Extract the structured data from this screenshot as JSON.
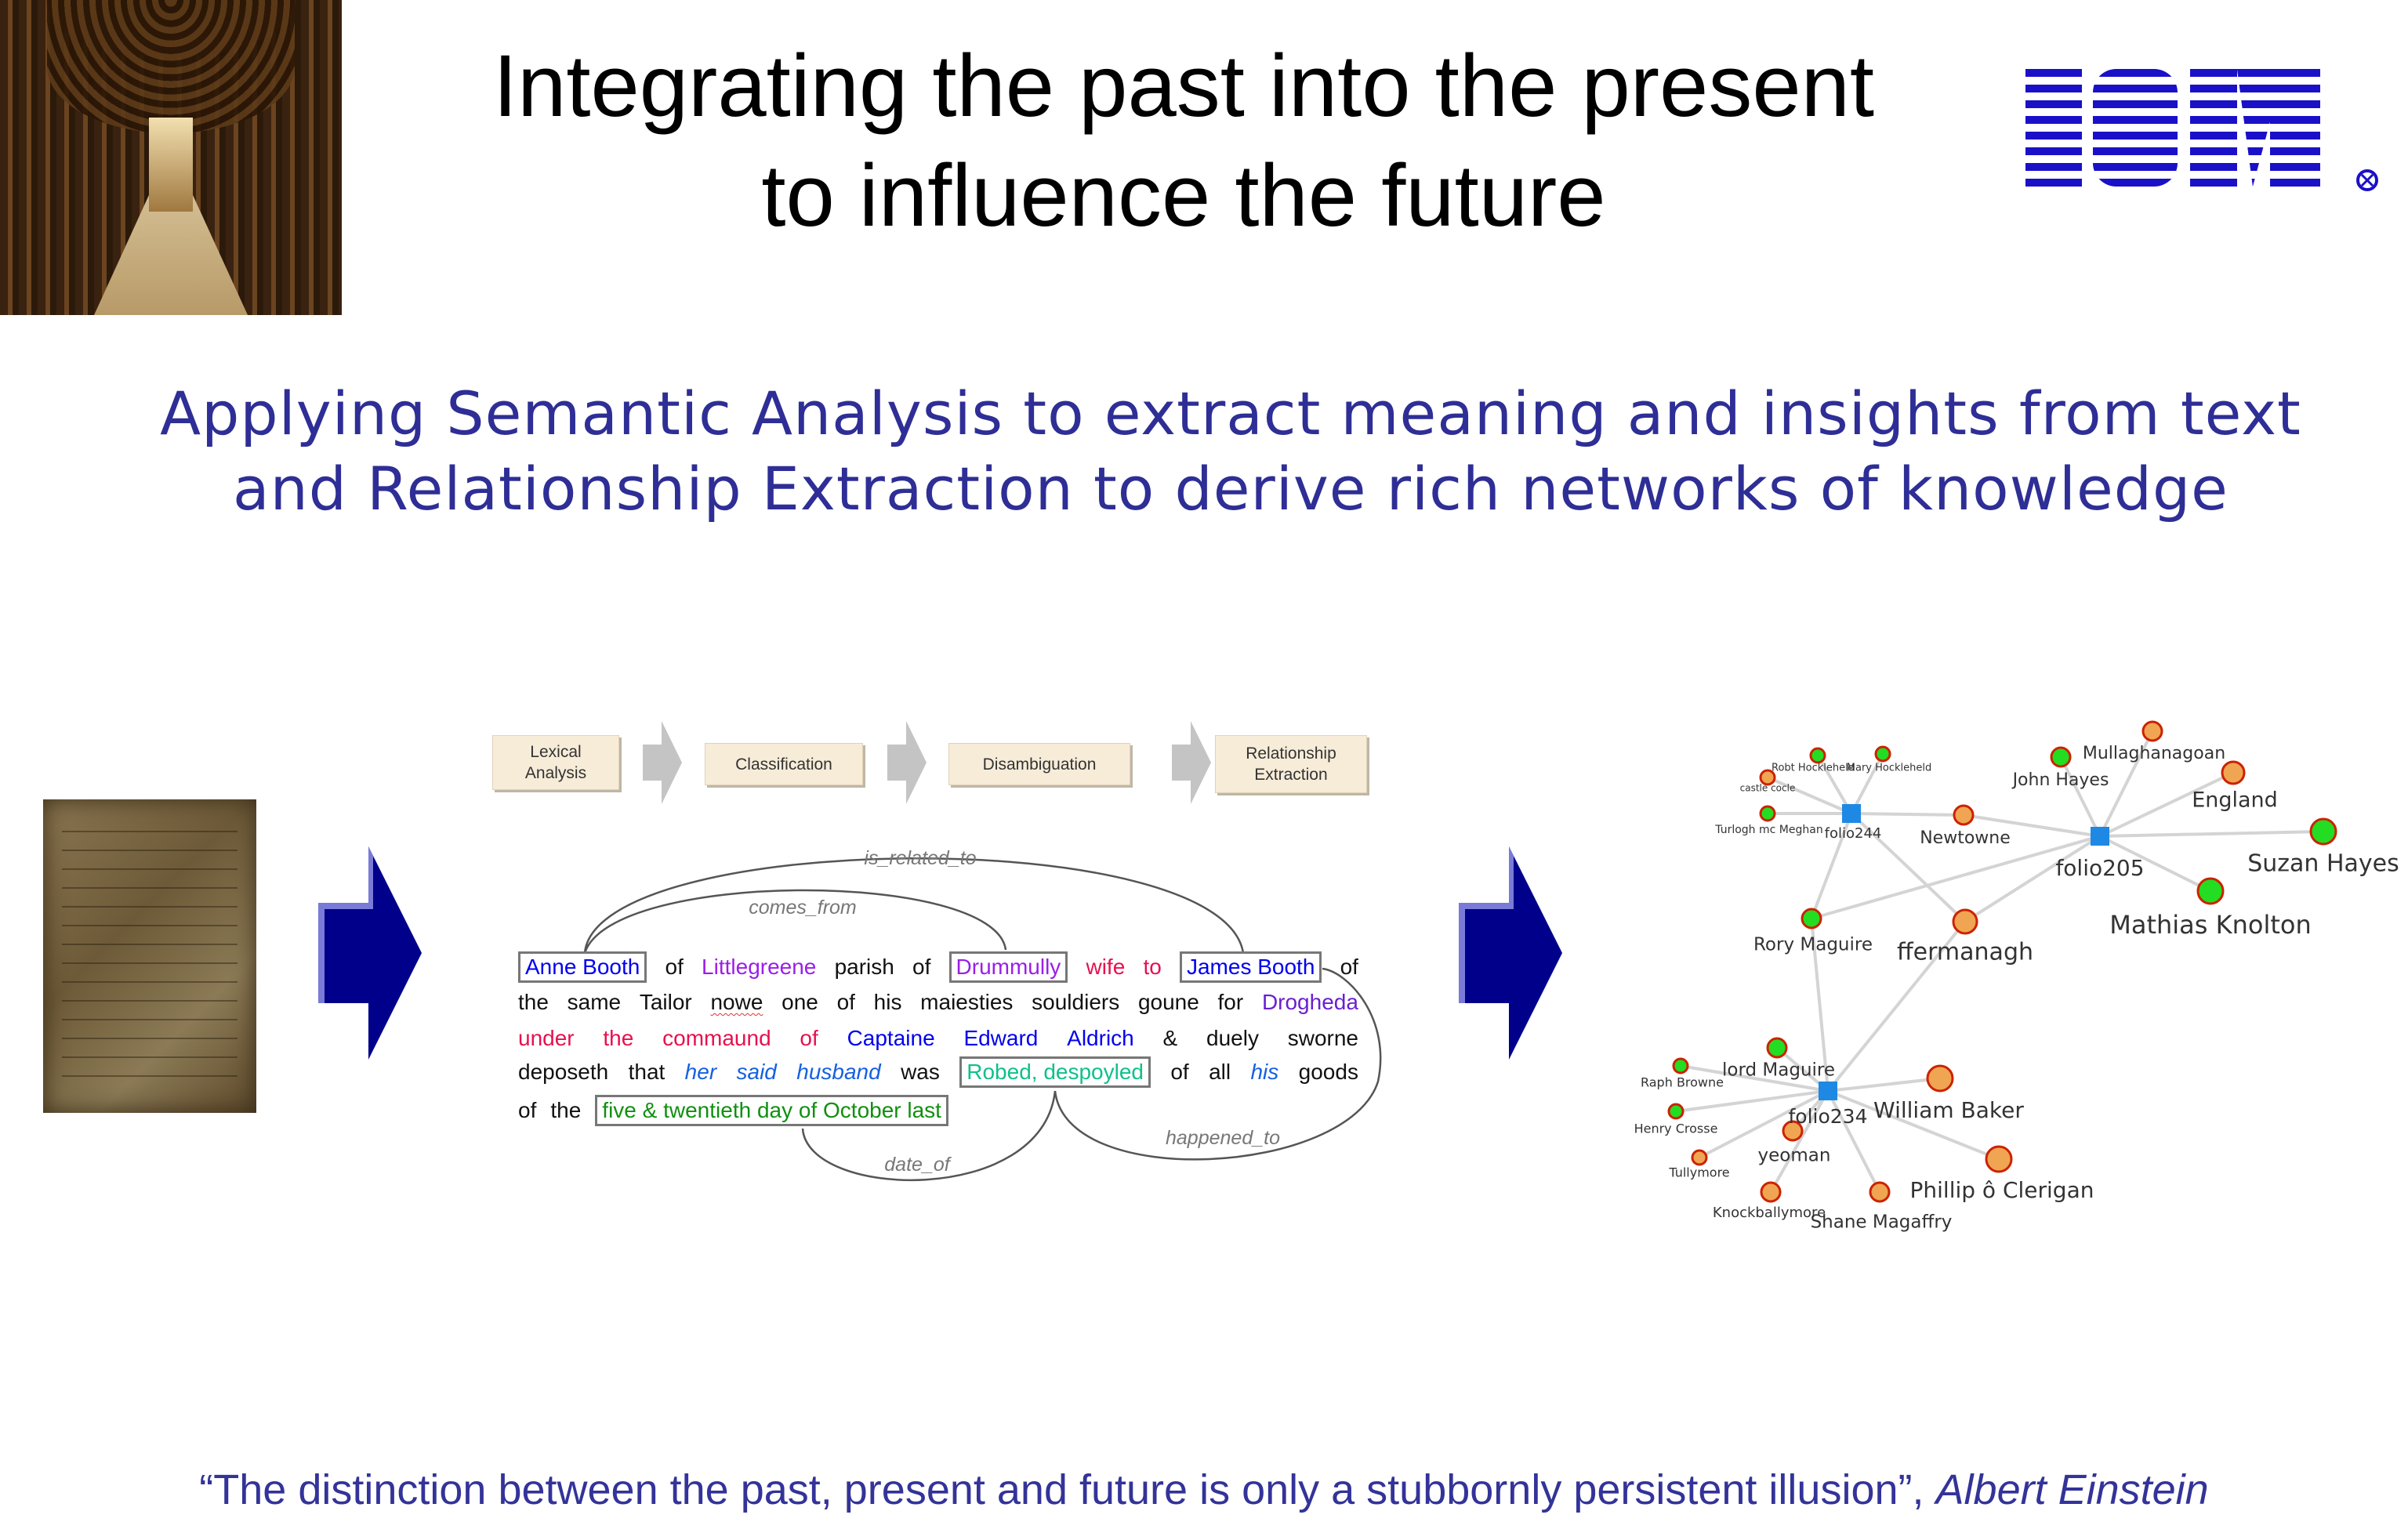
{
  "header": {
    "title_line1": "Integrating the past into the present",
    "title_line2": "to influence the future",
    "logo_text": "IBM"
  },
  "subtitle": {
    "line1": "Applying Semantic Analysis to extract meaning and insights from text",
    "line2": "and Relationship Extraction to derive rich networks of knowledge"
  },
  "pipeline": {
    "stages": [
      {
        "label": "Lexical\nAnalysis"
      },
      {
        "label": "Classification"
      },
      {
        "label": "Disambiguation"
      },
      {
        "label": "Relationship\nExtraction"
      }
    ]
  },
  "sentence": {
    "colors": {
      "black": "#111111",
      "blue": "#0000ee",
      "purple": "#9b1ee8",
      "crimson": "#e8104e",
      "italic_blue": "#1560e0",
      "teal": "#10c08a",
      "green": "#109010",
      "drogheda": "#6a1fd0"
    },
    "lines": [
      [
        {
          "text": "Anne Booth",
          "color": "blue",
          "box": true
        },
        {
          "text": "of",
          "color": "black"
        },
        {
          "text": "Littlegreene",
          "color": "purple"
        },
        {
          "text": "parish",
          "color": "black"
        },
        {
          "text": "of",
          "color": "black"
        },
        {
          "text": "Drummully",
          "color": "purple",
          "box": true
        },
        {
          "text": "wife",
          "color": "crimson"
        },
        {
          "text": "to",
          "color": "crimson"
        },
        {
          "text": "James Booth",
          "color": "blue",
          "box": true
        },
        {
          "text": "of",
          "color": "black"
        }
      ],
      [
        {
          "text": "the",
          "color": "black"
        },
        {
          "text": "same",
          "color": "black"
        },
        {
          "text": "Tailor",
          "color": "black"
        },
        {
          "text": "nowe",
          "color": "black",
          "wavy": true
        },
        {
          "text": "one",
          "color": "black"
        },
        {
          "text": "of",
          "color": "black"
        },
        {
          "text": "his",
          "color": "black"
        },
        {
          "text": "maiesties",
          "color": "black"
        },
        {
          "text": "souldiers",
          "color": "black"
        },
        {
          "text": "goune",
          "color": "black"
        },
        {
          "text": "for",
          "color": "black"
        },
        {
          "text": "Drogheda",
          "color": "drogheda"
        }
      ],
      [
        {
          "text": "under",
          "color": "crimson"
        },
        {
          "text": "the",
          "color": "crimson"
        },
        {
          "text": "commaund",
          "color": "crimson"
        },
        {
          "text": "of",
          "color": "crimson"
        },
        {
          "text": "Captaine",
          "color": "blue"
        },
        {
          "text": "Edward",
          "color": "blue"
        },
        {
          "text": "Aldrich",
          "color": "blue"
        },
        {
          "text": "&",
          "color": "black"
        },
        {
          "text": "duely",
          "color": "black"
        },
        {
          "text": "sworne",
          "color": "black"
        }
      ],
      [
        {
          "text": "deposeth",
          "color": "black"
        },
        {
          "text": "that",
          "color": "black"
        },
        {
          "text": "her",
          "color": "italic_blue",
          "italic": true
        },
        {
          "text": "said",
          "color": "italic_blue",
          "italic": true
        },
        {
          "text": "husband",
          "color": "italic_blue",
          "italic": true
        },
        {
          "text": "was",
          "color": "black"
        },
        {
          "text": "Robed, despoyled",
          "color": "teal",
          "box": true
        },
        {
          "text": "of",
          "color": "black"
        },
        {
          "text": "all",
          "color": "black"
        },
        {
          "text": "his",
          "color": "italic_blue",
          "italic": true
        },
        {
          "text": "goods",
          "color": "black"
        }
      ],
      [
        {
          "text": "of",
          "color": "black"
        },
        {
          "text": "the",
          "color": "black"
        },
        {
          "text": "five & twentieth day of October last",
          "color": "green",
          "box": true
        }
      ]
    ],
    "relations": [
      {
        "label": "is_related_to",
        "from": "Anne Booth",
        "to": "James Booth"
      },
      {
        "label": "comes_from",
        "from": "Anne Booth",
        "to": "Drummully"
      },
      {
        "label": "date_of",
        "from": "five & twentieth day of October last",
        "to": "Robed, despoyled"
      },
      {
        "label": "happened_to",
        "from": "Robed, despoyled",
        "to": "James Booth"
      }
    ]
  },
  "network": {
    "colors": {
      "person": "#22dd22",
      "place": "#f0a552",
      "folio": "#1e88e5",
      "outline": "#cc2200",
      "edge": "#d4d4d4",
      "label": "#333333"
    },
    "nodes": [
      {
        "id": "folio244",
        "label": "folio244",
        "type": "folio"
      },
      {
        "id": "folio205",
        "label": "folio205",
        "type": "folio"
      },
      {
        "id": "folio234",
        "label": "folio234",
        "type": "folio"
      },
      {
        "id": "robt",
        "label": "Robt Hockleheld",
        "type": "person"
      },
      {
        "id": "mary",
        "label": "Mary Hockleheld",
        "type": "person"
      },
      {
        "id": "castle",
        "label": "castle cocle",
        "type": "place"
      },
      {
        "id": "turlogh",
        "label": "Turlogh mc Meghan",
        "type": "person"
      },
      {
        "id": "newtowne",
        "label": "Newtowne",
        "type": "place"
      },
      {
        "id": "john",
        "label": "John Hayes",
        "type": "person"
      },
      {
        "id": "mullagh",
        "label": "Mullaghanagoan",
        "type": "place"
      },
      {
        "id": "england",
        "label": "England",
        "type": "place"
      },
      {
        "id": "suzan",
        "label": "Suzan Hayes",
        "type": "person"
      },
      {
        "id": "mathias",
        "label": "Mathias Knolton",
        "type": "person"
      },
      {
        "id": "rory",
        "label": "Rory Maguire",
        "type": "person"
      },
      {
        "id": "fferm",
        "label": "ffermanagh",
        "type": "place"
      },
      {
        "id": "lord",
        "label": "lord Maguire",
        "type": "person"
      },
      {
        "id": "raph",
        "label": "Raph Browne",
        "type": "person"
      },
      {
        "id": "henry",
        "label": "Henry Crosse",
        "type": "person"
      },
      {
        "id": "tully",
        "label": "Tullymore",
        "type": "place"
      },
      {
        "id": "yeoman",
        "label": "yeoman",
        "type": "place"
      },
      {
        "id": "knock",
        "label": "Knockballymore",
        "type": "place"
      },
      {
        "id": "shane",
        "label": "Shane Magaffry",
        "type": "place"
      },
      {
        "id": "william",
        "label": "William Baker",
        "type": "place"
      },
      {
        "id": "phillip",
        "label": "Phillip ô Clerigan",
        "type": "place"
      }
    ],
    "edges": [
      [
        "folio244",
        "robt"
      ],
      [
        "folio244",
        "mary"
      ],
      [
        "folio244",
        "castle"
      ],
      [
        "folio244",
        "turlogh"
      ],
      [
        "folio244",
        "newtowne"
      ],
      [
        "folio244",
        "rory"
      ],
      [
        "folio244",
        "fferm"
      ],
      [
        "folio205",
        "newtowne"
      ],
      [
        "folio205",
        "john"
      ],
      [
        "folio205",
        "mullagh"
      ],
      [
        "folio205",
        "england"
      ],
      [
        "folio205",
        "suzan"
      ],
      [
        "folio205",
        "mathias"
      ],
      [
        "folio205",
        "rory"
      ],
      [
        "folio205",
        "fferm"
      ],
      [
        "folio234",
        "rory"
      ],
      [
        "folio234",
        "fferm"
      ],
      [
        "folio234",
        "lord"
      ],
      [
        "folio234",
        "raph"
      ],
      [
        "folio234",
        "henry"
      ],
      [
        "folio234",
        "tully"
      ],
      [
        "folio234",
        "yeoman"
      ],
      [
        "folio234",
        "knock"
      ],
      [
        "folio234",
        "shane"
      ],
      [
        "folio234",
        "william"
      ],
      [
        "folio234",
        "phillip"
      ]
    ]
  },
  "quote": {
    "text": "“The distinction between the past, present and future is only a stubbornly persistent illusion”, ",
    "author": "Albert Einstein"
  }
}
